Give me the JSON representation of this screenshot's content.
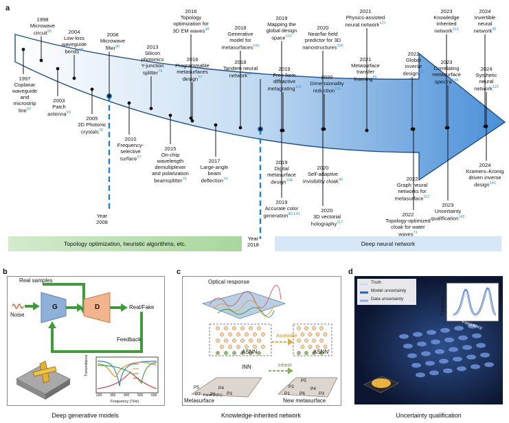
{
  "panel_letters": {
    "a": "a",
    "b": "b",
    "c": "c",
    "d": "d"
  },
  "timeline": {
    "labels": [
      {
        "id": "t1997",
        "text": "1997\nCoplanar\nwaveguide\nand\nmicrostrip\nline",
        "ref": "92"
      },
      {
        "id": "t1998",
        "text": "1998\nMicrowave\ncircuit",
        "ref": "95"
      },
      {
        "id": "t2003",
        "text": "2003\nPatch\nantenna",
        "ref": "93"
      },
      {
        "id": "t2004",
        "text": "2004\nLow-loss\nwaveguide\nbends",
        "ref": "98"
      },
      {
        "id": "t2005",
        "text": "2005\n2D Photonic\ncrystals",
        "ref": "78"
      },
      {
        "id": "t2008",
        "text": "2008\nMicrowave\nfilter",
        "ref": "96"
      },
      {
        "id": "t2010",
        "text": "2010\nFrequency-\nselective\nsurface",
        "ref": "97"
      },
      {
        "id": "t2013",
        "text": "2013\nSilicon\nphotonics\nY-junction\nsplitter",
        "ref": "73"
      },
      {
        "id": "t2015",
        "text": "2015\nOn-chip\nwavelength\ndemultiplexer\nand polarization\nbeamsplitter",
        "ref": "75"
      },
      {
        "id": "t2016a",
        "text": "2016\nTopology\noptimization for\n3D EM waves",
        "ref": "98"
      },
      {
        "id": "t2016b",
        "text": "2016\nProgrammable\nmetasurfaces\ndesign",
        "ref": "77"
      },
      {
        "id": "t2017",
        "text": "2017\nLarge-angle\nbeam\ndeflection",
        "ref": "74"
      },
      {
        "id": "t2018a",
        "text": "2018\nGenerative\nmodel for\nmetasurfaces",
        "ref": "100"
      },
      {
        "id": "t2018b",
        "text": "2018\nTandem neural\nnetwork",
        "ref": "84"
      },
      {
        "id": "t2019a",
        "text": "2019\nMapping the\nglobal design\nspace",
        "ref": "102"
      },
      {
        "id": "t2019b",
        "text": "2019\nFree-form\ndiffractive\nmetagrating",
        "ref": "116"
      },
      {
        "id": "t2019c",
        "text": "2019\nDigital\nmetasurface\ndesign",
        "ref": "108"
      },
      {
        "id": "t2019d",
        "text": "2019\nAccurate color\ngeneration",
        "ref": "80,120"
      },
      {
        "id": "t2020a",
        "text": "2020\nNear/far field\npredictor for 3D\nnanostructures",
        "ref": "106"
      },
      {
        "id": "t2020b",
        "text": "2020\nDimensionality\nreduction",
        "ref": "119"
      },
      {
        "id": "t2020c",
        "text": "2020\nSelf-adaptive\ninvisibility cloak",
        "ref": "45"
      },
      {
        "id": "t2020d",
        "text": "2020\n3D vectorial\nholography",
        "ref": "117"
      },
      {
        "id": "t2021a",
        "text": "2021\nPhysics-assisted\nneural network",
        "ref": "127"
      },
      {
        "id": "t2021b",
        "text": "2021\nMetasurface\ntransfer\nlearning",
        "ref": "89"
      },
      {
        "id": "t2022a",
        "text": "2022\nGlobal\ninverse\ndesign",
        "ref": "111"
      },
      {
        "id": "t2022b",
        "text": "2022\nGraph neural\nnetworks for\nmetasurface",
        "ref": "112"
      },
      {
        "id": "t2022c",
        "text": "2022\nTopology-optimized\ncloak for water\nwaves",
        "ref": "71"
      },
      {
        "id": "t2023a",
        "text": "2023\nKnowledge\ninherited\nnetwork",
        "ref": "113"
      },
      {
        "id": "t2023b",
        "text": "2023\nCorrelating\nmetasurface\nspectra",
        "ref": "148"
      },
      {
        "id": "t2023c",
        "text": "2023\nUncertainty\nqualification",
        "ref": "142"
      },
      {
        "id": "t2024a",
        "text": "2024\nInvertible\nneural\nnetwork",
        "ref": "39"
      },
      {
        "id": "t2024b",
        "text": "2024\nSynthetic\nneural\nnetwork",
        "ref": "115"
      },
      {
        "id": "t2024c",
        "text": "2024\nKramers–Kronig\ndriven inverse\ndesign",
        "ref": "141"
      }
    ],
    "year_marker_1": "Year\n2008",
    "year_marker_2": "Year\n2018",
    "era_1": "Topology optimization, heuristic algorithms, etc.",
    "era_2": "Deep neural network"
  },
  "panel_b": {
    "real_samples": "Real samples",
    "noise": "Noise",
    "g": "G",
    "d": "D",
    "real_fake": "Real/Fake",
    "feedback": "Feedback",
    "ylabel": "Transmittance",
    "xlabel": "Frequency (THz)",
    "xticks": [
      "200",
      "300",
      "400",
      "500",
      "600"
    ],
    "caption": "Deep generative models"
  },
  "panel_c": {
    "optical_response": "Optical response",
    "assemble": "Assemble",
    "inherit": "Inherit",
    "asnn": "ASNN",
    "asnn2": "ASNN'",
    "inn": "INN",
    "metasurface": "Metasurface",
    "new_metasurface": "New metasurface",
    "panel_label": "Panel 1 (P1)",
    "p_labels": [
      "P5",
      "P7",
      "P6",
      "P4",
      "P3",
      "P2",
      "P5",
      "P1",
      "P6",
      "P4",
      "P3"
    ],
    "caption": "Knowledge-inherited network"
  },
  "panel_d": {
    "legend": [
      "Truth",
      "Model uncertainty",
      "Data uncertainty"
    ],
    "response": "Response",
    "frequency": "Frequency",
    "caption": "Uncertainty qualification"
  }
}
